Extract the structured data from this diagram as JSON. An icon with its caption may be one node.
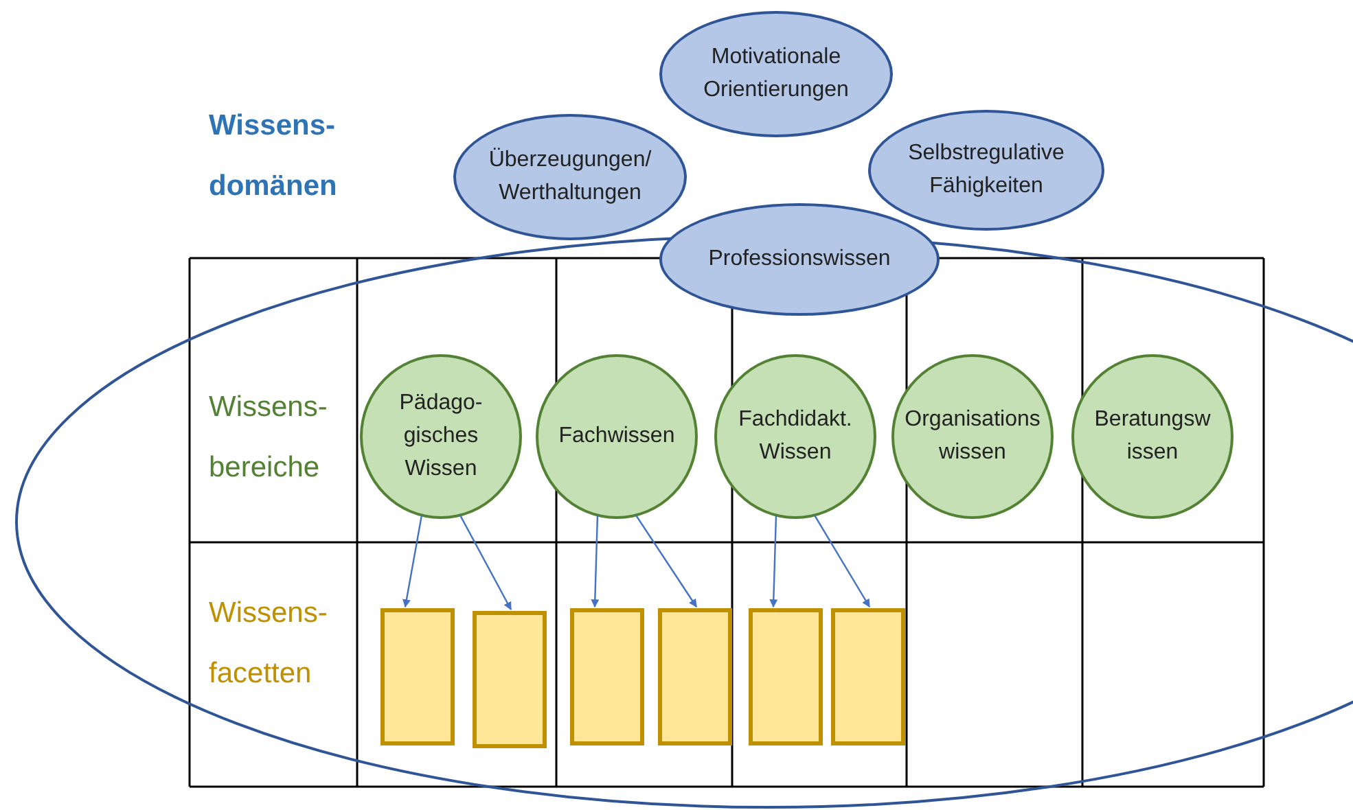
{
  "diagram": {
    "nodes": [
      {
        "text": [
          "Motivationale Orientierungen"
        ]
      },
      {
        "text": [
          "Überzeugungen/ Werthaltungen"
        ]
      },
      {
        "text": [
          "Selbstregulative Fähigkeiten"
        ]
      },
      {
        "text": [
          "Professionswissen"
        ]
      },
      {
        "text": [
          "Pädago- gisches Wissen"
        ]
      },
      {
        "text": [
          "Fachwissen"
        ]
      },
      {
        "text": [
          "Fachdidakt. Wissen"
        ]
      },
      {
        "text": [
          "Organisations wissen"
        ]
      },
      {
        "text": [
          "Beratungsw issen"
        ]
      },
      {
        "text": [],
        "shape": "box"
      },
      {
        "text": [],
        "shape": "box"
      },
      {
        "text": [],
        "shape": "box"
      },
      {
        "text": [],
        "shape": "box"
      },
      {
        "text": [],
        "shape": "box"
      },
      {
        "text": [],
        "shape": "box"
      }
    ],
    "edges": [
      {
        "from": 4,
        "to": 9,
        "arrow": "to"
      },
      {
        "from": 4,
        "to": 10,
        "arrow": "to"
      },
      {
        "from": 5,
        "to": 11,
        "arrow": "to"
      },
      {
        "from": 5,
        "to": 12,
        "arrow": "to"
      },
      {
        "from": 6,
        "to": 13,
        "arrow": "to"
      },
      {
        "from": 6,
        "to": 14,
        "arrow": "to"
      }
    ],
    "labels": [
      "Wissens- domänen",
      "Wissens- bereiche",
      "Wissens- facetten"
    ]
  }
}
